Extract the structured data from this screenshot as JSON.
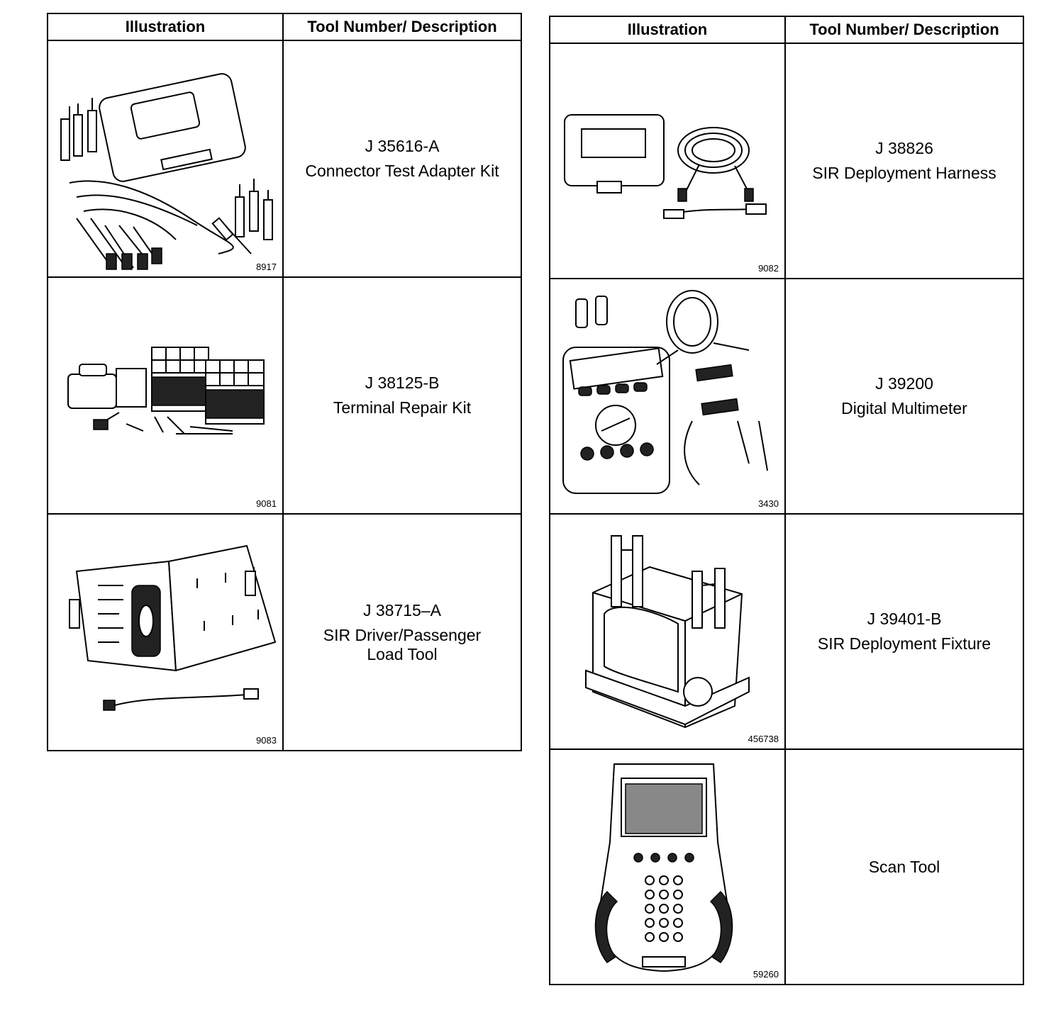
{
  "headers": {
    "illustration": "Illustration",
    "tool": "Tool Number/ Description"
  },
  "left_rows": [
    {
      "number": "J 35616-A",
      "name": "Connector Test Adapter Kit",
      "fig": "8917"
    },
    {
      "number": "J 38125-B",
      "name": "Terminal Repair Kit",
      "fig": "9081"
    },
    {
      "number": "J 38715–A",
      "name": "SIR Driver/Passenger\nLoad Tool",
      "fig": "9083"
    }
  ],
  "right_rows": [
    {
      "number": "J 38826",
      "name": "SIR Deployment Harness",
      "fig": "9082"
    },
    {
      "number": "J 39200",
      "name": "Digital Multimeter",
      "fig": "3430"
    },
    {
      "number": "J 39401-B",
      "name": "SIR Deployment Fixture",
      "fig": "456738"
    },
    {
      "number": "",
      "name": "Scan Tool",
      "fig": "59260"
    }
  ]
}
